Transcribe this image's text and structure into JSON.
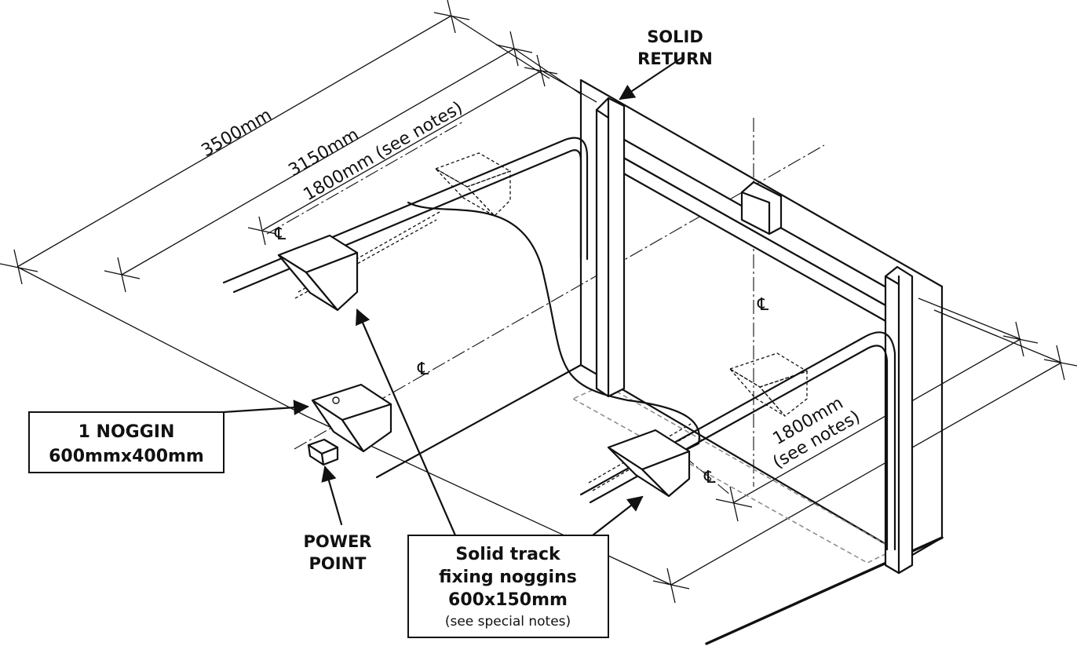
{
  "dimensions": {
    "d3500": "3500mm",
    "d3150": "3150mm",
    "d1800_top": "1800mm (see notes)",
    "d1800_right_line1": "1800mm",
    "d1800_right_line2": "(see notes)"
  },
  "labels": {
    "solid_return_line1": "SOLID",
    "solid_return_line2": "RETURN",
    "noggin_line1": "1 NOGGIN",
    "noggin_line2": "600mmx400mm",
    "power_point_line1": "POWER",
    "power_point_line2": "POINT",
    "track_line1": "Solid track",
    "track_line2": "fixing noggins",
    "track_line3": "600x150mm",
    "track_line4": "(see special notes)"
  },
  "centerline_symbol": "℄"
}
